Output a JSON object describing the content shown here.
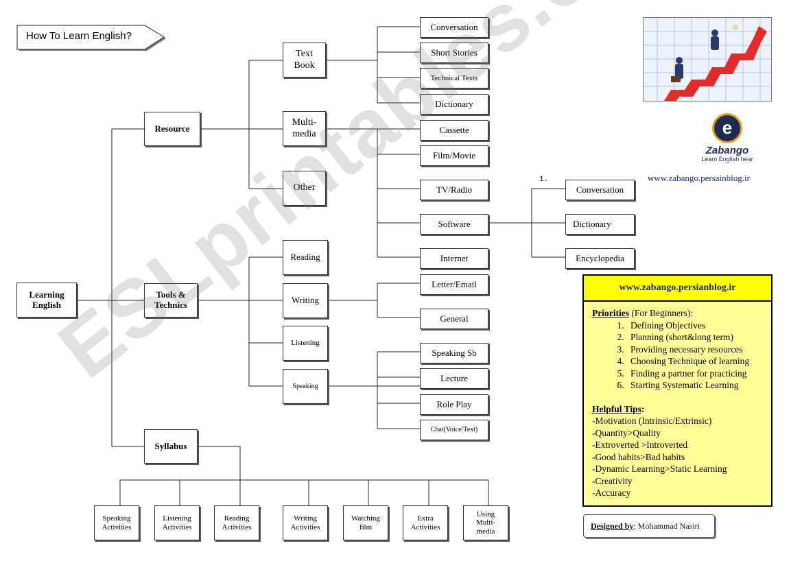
{
  "title": "How To Learn English?",
  "root": "Learning\nEnglish",
  "branches": {
    "resource": "Resource",
    "tools": "Tools &\nTechnics",
    "syllabus": "Syllabus"
  },
  "resource_children": {
    "text_book": "Text\nBook",
    "multimedia": "Multi-\nmedia",
    "other": "Other"
  },
  "text_book_children": [
    "Conversation",
    "Short Stories",
    "Technical Texts",
    "Dictionary"
  ],
  "multimedia_children": [
    "Cassette",
    "Film/Movie",
    "TV/Radio",
    "Software",
    "Internet"
  ],
  "software_marker": "1.",
  "software_children": [
    "Conversation",
    "Dictionary",
    "Encyclopedia"
  ],
  "tools_children": [
    "Reading",
    "Writing",
    "Listening",
    "Speaking"
  ],
  "writing_children": [
    "Letter/Email",
    "General"
  ],
  "speaking_children": [
    "Speaking Sb",
    "Lecture",
    "Role Play",
    "Chat(Voice/Text)"
  ],
  "syllabus_children": [
    "Speaking\nActivities",
    "Listening\nActivities",
    "Reading\nActivities",
    "Writing\nActivities",
    "Watching\nfilm",
    "Extra\nActivities",
    "Using\nMulti-\nmedia"
  ],
  "logo": {
    "letter": "e",
    "name": "Zabango",
    "tagline": "Learn English hear"
  },
  "site_url": "www.zabango.persainblog.ir",
  "panel": {
    "header": "www.zabango.persianblog.ir",
    "priorities_title": "Priorities",
    "priorities_note": " (For Beginners):",
    "priorities": [
      "Defining Objectives",
      "Planning (short&long term)",
      "Providing necessary resources",
      "Choosing Technique of learning",
      "Finding a partner for practicing",
      "Starting Systematic Learning"
    ],
    "tips_title": "Helpful Tips",
    "tips_colon": ":",
    "tips": [
      "-Motivation (Intrinsic/Extrinsic)",
      "-Quantity>Quality",
      "-Extroverted >Introverted",
      "-Good habits>Bad habits",
      "-Dynamic Learning>Static Learning",
      "-Creativity",
      "-Accuracy"
    ]
  },
  "designer": {
    "label": "Designed by",
    "name": ": Mohammad Nasiri"
  },
  "watermark": "ESLprintables.com"
}
